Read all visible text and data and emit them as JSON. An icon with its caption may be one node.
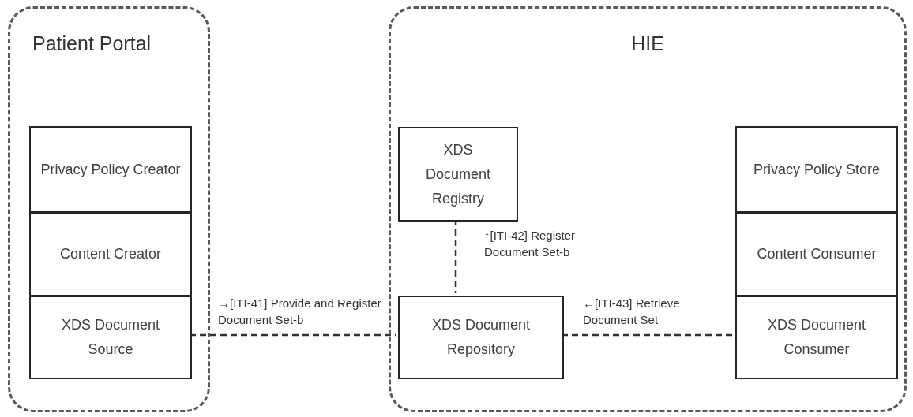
{
  "diagram": {
    "nodes": [
      {
        "text": [
          "Patient Portal"
        ]
      },
      {
        "text": [
          "Privacy Policy Creator"
        ],
        "in": 0
      },
      {
        "text": [
          "Content Creator"
        ],
        "in": 0
      },
      {
        "text": [
          "XDS Document Source"
        ],
        "in": 0
      },
      {
        "text": [
          "HIE"
        ]
      },
      {
        "text": [
          "XDS Document Registry"
        ],
        "in": 4
      },
      {
        "text": [
          "XDS Document Repository"
        ],
        "in": 4
      },
      {
        "text": [
          "Privacy Policy Store"
        ],
        "in": 4
      },
      {
        "text": [
          "Content Consumer"
        ],
        "in": 4
      },
      {
        "text": [
          "XDS Document Consumer"
        ],
        "in": 4
      }
    ],
    "edges": [
      {
        "from": 3,
        "to": 6,
        "arrow": "none",
        "style": "dashed",
        "label": "→[ITI-41] Provide and Register Document Set-b"
      },
      {
        "from": 6,
        "to": 5,
        "arrow": "none",
        "style": "dashed",
        "label": "↑[ITI-42] Register Document Set-b"
      },
      {
        "from": 9,
        "to": 6,
        "arrow": "none",
        "style": "dashed",
        "label": "←[ITI-43] Retrieve Document Set"
      }
    ]
  }
}
